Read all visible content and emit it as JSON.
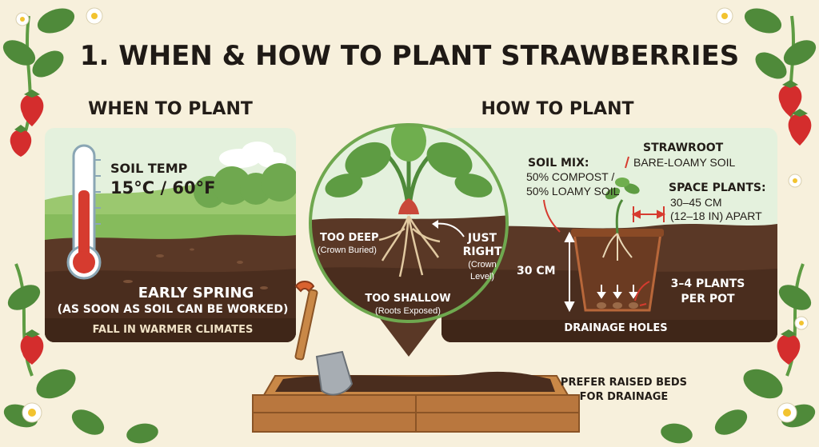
{
  "title": "1. WHEN & HOW TO PLANT STRAWBERRIES",
  "when": {
    "heading": "WHEN TO PLANT",
    "soil_temp_label": "SOIL TEMP",
    "soil_temp_value": "15°C / 60°F",
    "season": "EARLY SPRING",
    "season_note": "(AS SOON AS SOIL CAN BE WORKED)",
    "fall_note": "FALL IN WARMER CLIMATES"
  },
  "how": {
    "heading": "HOW TO PLANT",
    "depth": {
      "too_deep": "TOO DEEP",
      "too_deep_note": "(Crown Buried)",
      "just": "JUST",
      "right": "RIGHT",
      "crown": "(Crown",
      "level": "Level)",
      "too_shallow": "TOO SHALLOW",
      "too_shallow_note": "(Roots Exposed)"
    },
    "strawroot": "STRAWROOT",
    "bare_loamy": "BARE-LOAMY SOIL",
    "soil_mix": "SOIL MIX:",
    "mix_line1": "50% COMPOST /",
    "mix_line2": "50% LOAMY SOIL",
    "space_plants": "SPACE PLANTS:",
    "space_cm": "30–45 CM",
    "space_in": "(12–18 IN) APART",
    "depth_cm": "30 CM",
    "plants_per_pot_1": "3–4 PLANTS",
    "plants_per_pot_2": "PER POT",
    "drainage": "DRAINAGE HOLES"
  },
  "raised_beds_1": "PREFER RAISED BEDS",
  "raised_beds_2": "FOR DRAINAGE",
  "colors": {
    "background": "#f7f0dc",
    "soil": "#5a3826",
    "soil_dark": "#3f2618",
    "grass": "#7fb65a",
    "sky": "#e4f1dd",
    "thermometer": "#d63b2f",
    "strawberry": "#d42d2d",
    "leaf": "#4f8a3a",
    "wood": "#b9773e",
    "pot": "#8a4a26"
  }
}
